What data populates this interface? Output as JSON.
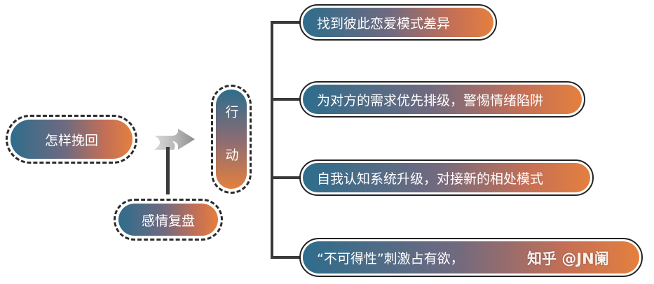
{
  "root": {
    "label": "怎样挽回"
  },
  "review": {
    "label": "感情复盘"
  },
  "action": {
    "label": "行 动"
  },
  "branches": [
    {
      "label": "找到彼此恋爱模式差异"
    },
    {
      "label": "为对方的需求优先排级，警惕情绪陷阱"
    },
    {
      "label": "自我认知系统升级，对接新的相处模式"
    },
    {
      "label": "“不可得性”刺激占有欲，"
    }
  ],
  "watermark": {
    "text": "知乎 @JN阑"
  },
  "colors": {
    "gradient_start": "#2e6d8c",
    "gradient_end": "#e4803e",
    "connector": "#3a3a3a"
  }
}
